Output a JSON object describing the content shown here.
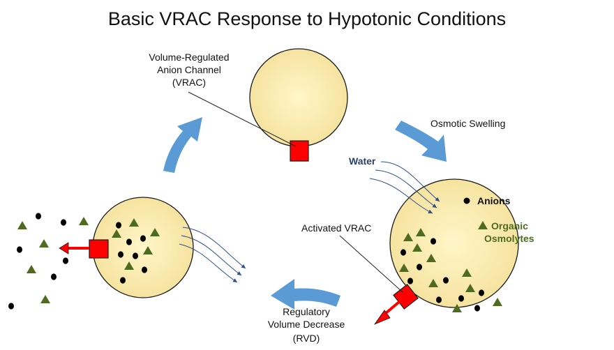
{
  "title": "Basic VRAC Response to Hypotonic Conditions",
  "labels": {
    "vrac_line1": "Volume-Regulated",
    "vrac_line2": "Anion Channel",
    "vrac_line3": "(VRAC)",
    "osmotic_swelling": "Osmotic Swelling",
    "water": "Water",
    "anions": "Anions",
    "organic_line1": "Organic",
    "organic_line2": "Osmolytes",
    "activated_vrac": "Activated VRAC",
    "rvd_line1": "Regulatory",
    "rvd_line2": "Volume Decrease",
    "rvd_line3": "(RVD)"
  },
  "colors": {
    "cell_center": "#fff6c8",
    "cell_edge": "#f6e3a0",
    "cell_stroke": "#1a1a1a",
    "channel": "#ff0000",
    "cycle_arrow": "#5b9bd5",
    "flow_line": "#2f4f8a",
    "osmolyte": "#4e6b20",
    "anion": "#000000"
  }
}
